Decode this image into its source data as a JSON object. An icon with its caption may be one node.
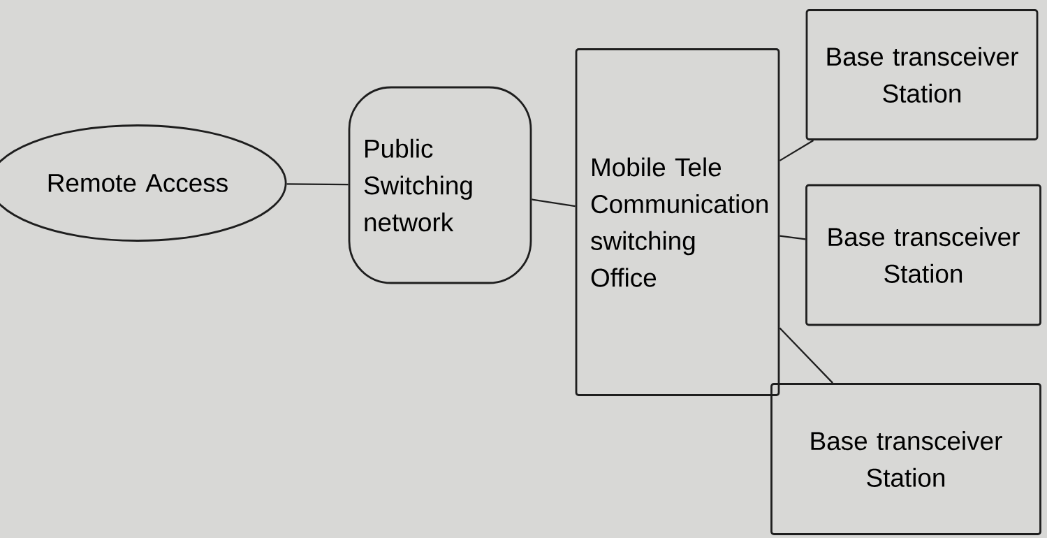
{
  "diagram": {
    "nodes": [
      {
        "text": [
          "Remote Access"
        ]
      },
      {
        "text": [
          "Public Switching network"
        ]
      },
      {
        "text": [
          "Mobile Tele Communication switching Office"
        ]
      },
      {
        "text": [
          "Base transceiver Station"
        ]
      },
      {
        "text": [
          "Base transceiver Station"
        ]
      },
      {
        "text": [
          "Base transceiver Station"
        ]
      }
    ],
    "edges": [
      {
        "from": 0,
        "to": 1,
        "arrow": "none"
      },
      {
        "from": 1,
        "to": 2,
        "arrow": "none"
      },
      {
        "from": 2,
        "to": 3,
        "arrow": "none"
      },
      {
        "from": 2,
        "to": 4,
        "arrow": "none"
      },
      {
        "from": 2,
        "to": 5,
        "arrow": "none"
      }
    ]
  }
}
